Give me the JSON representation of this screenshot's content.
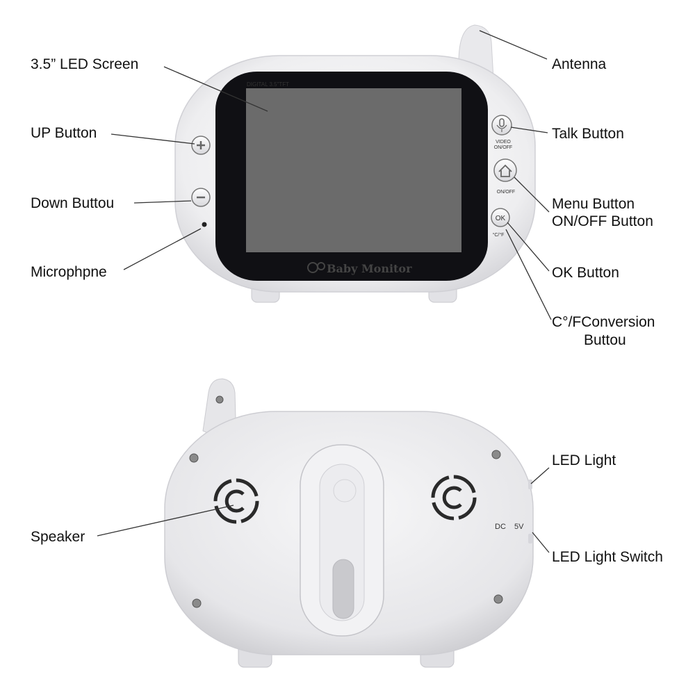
{
  "labels": {
    "led_screen": "3.5” LED Screen",
    "up_button": "UP Button",
    "down_button": "Down Buttou",
    "microphone": "Microphpne",
    "antenna": "Antenna",
    "talk_button": "Talk Button",
    "menu_button": "Menu Button",
    "onoff_button": "ON/OFF Button",
    "ok_button": "OK Button",
    "conversion_line1": "C°/FConversion",
    "conversion_line2": "Buttou",
    "led_light": "LED Light",
    "speaker": "Speaker",
    "led_light_switch": "LED Light Switch"
  },
  "device_text": {
    "screen_caption": "DIGITAL 3.5\"TFT",
    "brand": "Baby Monitor",
    "video_onoff_1": "VIDEO",
    "video_onoff_2": "ON/OFF",
    "onoff": "ON/OFF",
    "ok": "OK",
    "temp": "°C/°F",
    "dc": "DC",
    "five_v": "5V"
  },
  "colors": {
    "body": "#f2f2f4",
    "screen": "#6b6b6b",
    "bezel": "#101014",
    "leader": "#333333"
  }
}
